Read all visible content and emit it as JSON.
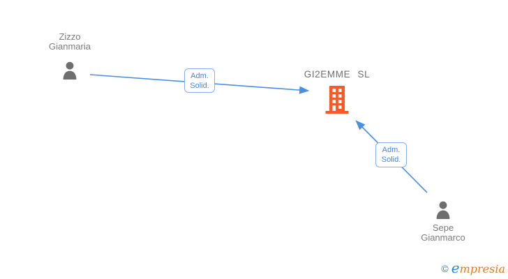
{
  "diagram": {
    "type": "company-shareholder-graph",
    "colors": {
      "background": "#ffffff",
      "person_icon": "#6e6e6e",
      "person_label_text": "#7d7d7d",
      "company_label_text": "#6f6f6f",
      "company_icon": "#fb5a28",
      "edge_line": "#4a90e2",
      "edge_label_text": "#4285f4",
      "edge_label_border": "#84adf2"
    },
    "nodes": {
      "person_top_left": {
        "line1": "Zizzo",
        "line2": "Gianmaria"
      },
      "company": {
        "label": "GI2EMME SL"
      },
      "person_bottom_right": {
        "line1": "Sepe",
        "line2": "Gianmarco"
      }
    },
    "edges": [
      {
        "from": "Zizzo Gianmaria",
        "to": "GI2EMME SL",
        "label_line1": "Adm.",
        "label_line2": "Solid."
      },
      {
        "from": "Sepe Gianmarco",
        "to": "GI2EMME SL",
        "label_line1": "Adm.",
        "label_line2": "Solid."
      }
    ],
    "watermark": {
      "copyright": "©",
      "brand_first": "e",
      "brand_rest": "mpresia",
      "brand_full": "empresia"
    }
  }
}
